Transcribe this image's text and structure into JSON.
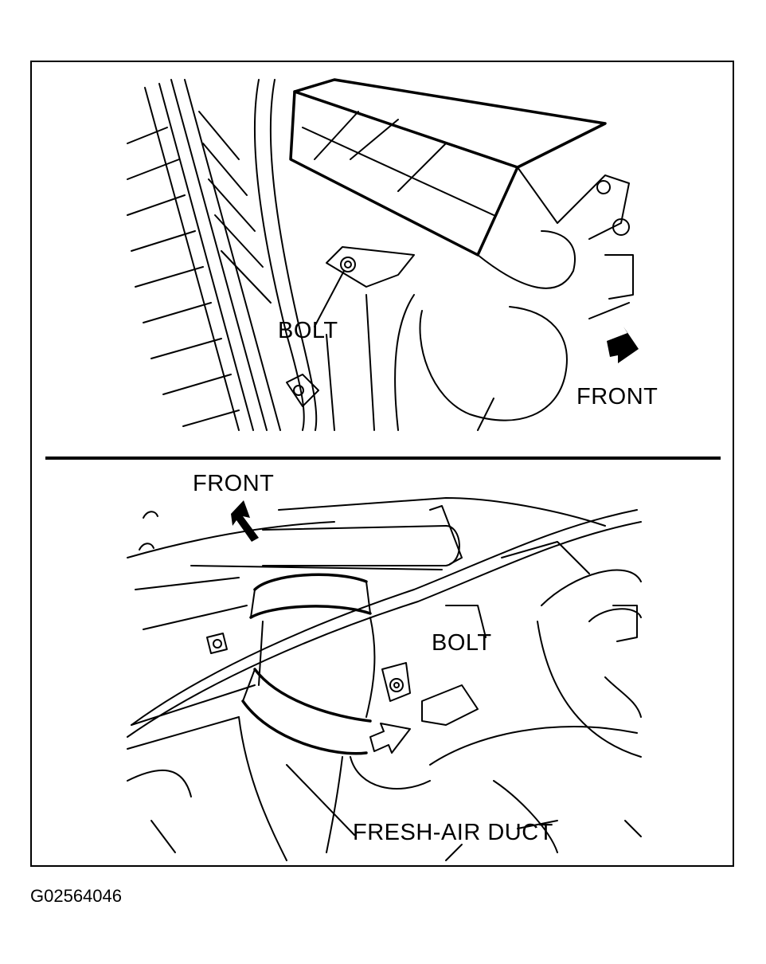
{
  "panels": {
    "top": {
      "labels": {
        "bolt": "BOLT",
        "front": "FRONT"
      },
      "icons": [
        "front-direction-arrow-icon",
        "bolt-icon"
      ]
    },
    "bottom": {
      "labels": {
        "front": "FRONT",
        "bolt": "BOLT",
        "duct": "FRESH-AIR DUCT"
      },
      "icons": [
        "front-direction-arrow-icon",
        "bolt-icon",
        "pointer-arrow-icon"
      ]
    }
  },
  "figure_code": "G02564046",
  "colors": {
    "ink": "#000000",
    "paper": "#ffffff"
  }
}
